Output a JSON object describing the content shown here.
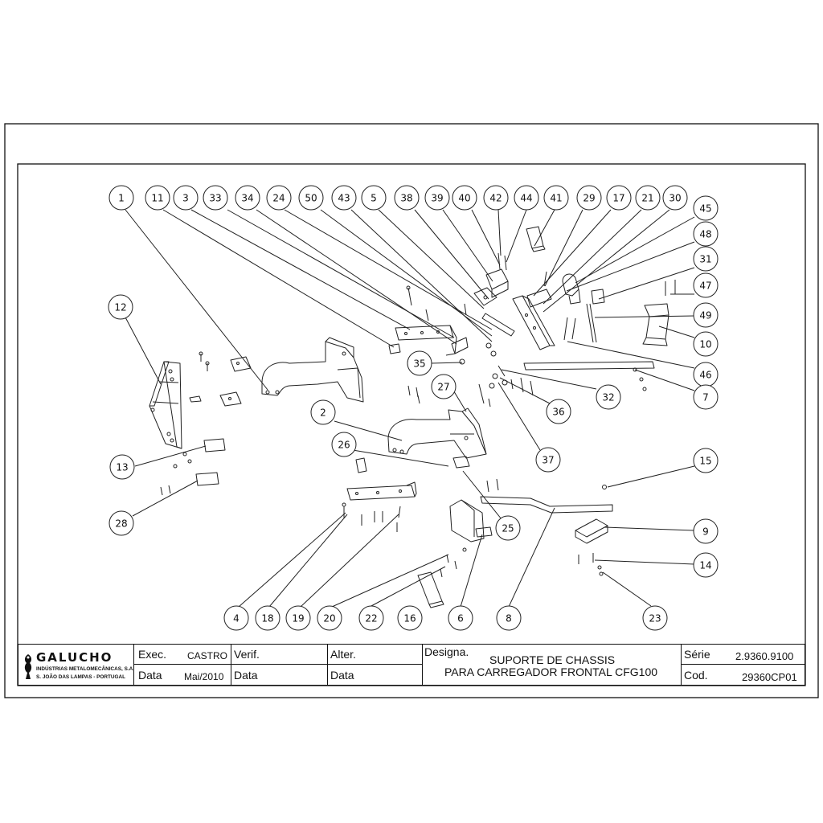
{
  "callouts": [
    {
      "id": "c1",
      "label": "1"
    },
    {
      "id": "c11",
      "label": "11"
    },
    {
      "id": "c3",
      "label": "3"
    },
    {
      "id": "c33",
      "label": "33"
    },
    {
      "id": "c34",
      "label": "34"
    },
    {
      "id": "c24",
      "label": "24"
    },
    {
      "id": "c50",
      "label": "50"
    },
    {
      "id": "c43",
      "label": "43"
    },
    {
      "id": "c5",
      "label": "5"
    },
    {
      "id": "c38",
      "label": "38"
    },
    {
      "id": "c39",
      "label": "39"
    },
    {
      "id": "c40",
      "label": "40"
    },
    {
      "id": "c42",
      "label": "42"
    },
    {
      "id": "c44",
      "label": "44"
    },
    {
      "id": "c41",
      "label": "41"
    },
    {
      "id": "c29",
      "label": "29"
    },
    {
      "id": "c17",
      "label": "17"
    },
    {
      "id": "c21",
      "label": "21"
    },
    {
      "id": "c30",
      "label": "30"
    },
    {
      "id": "c45",
      "label": "45"
    },
    {
      "id": "c48",
      "label": "48"
    },
    {
      "id": "c31",
      "label": "31"
    },
    {
      "id": "c47",
      "label": "47"
    },
    {
      "id": "c49",
      "label": "49"
    },
    {
      "id": "c10",
      "label": "10"
    },
    {
      "id": "c46",
      "label": "46"
    },
    {
      "id": "c7",
      "label": "7"
    },
    {
      "id": "c12",
      "label": "12"
    },
    {
      "id": "c35",
      "label": "35"
    },
    {
      "id": "c32",
      "label": "32"
    },
    {
      "id": "c36",
      "label": "36"
    },
    {
      "id": "c27",
      "label": "27"
    },
    {
      "id": "c2",
      "label": "2"
    },
    {
      "id": "c26",
      "label": "26"
    },
    {
      "id": "c37",
      "label": "37"
    },
    {
      "id": "c15",
      "label": "15"
    },
    {
      "id": "c13",
      "label": "13"
    },
    {
      "id": "c28",
      "label": "28"
    },
    {
      "id": "c25",
      "label": "25"
    },
    {
      "id": "c9",
      "label": "9"
    },
    {
      "id": "c14",
      "label": "14"
    },
    {
      "id": "c4",
      "label": "4"
    },
    {
      "id": "c18",
      "label": "18"
    },
    {
      "id": "c19",
      "label": "19"
    },
    {
      "id": "c20",
      "label": "20"
    },
    {
      "id": "c22",
      "label": "22"
    },
    {
      "id": "c16",
      "label": "16"
    },
    {
      "id": "c6",
      "label": "6"
    },
    {
      "id": "c8",
      "label": "8"
    },
    {
      "id": "c23",
      "label": "23"
    }
  ],
  "title_block": {
    "company_name": "GALUCHO",
    "company_line1": "INDÚSTRIAS METALOMECÂNICAS, S.A.",
    "company_line2": "S. JOÃO DAS LAMPAS - PORTUGAL",
    "exec_label": "Exec.",
    "exec_value": "CASTRO",
    "verif_label": "Verif.",
    "alter_label": "Alter.",
    "data_label": "Data",
    "data_value": "Mai/2010",
    "data2_label": "Data",
    "data3_label": "Data",
    "designa_label": "Designa.",
    "designation_line1": "SUPORTE DE CHASSIS",
    "designation_line2": "PARA CARREGADOR FRONTAL CFG100",
    "serie_label": "Série",
    "serie_value": "2.9360.9100",
    "cod_label": "Cod.",
    "cod_value": "29360CP01"
  }
}
